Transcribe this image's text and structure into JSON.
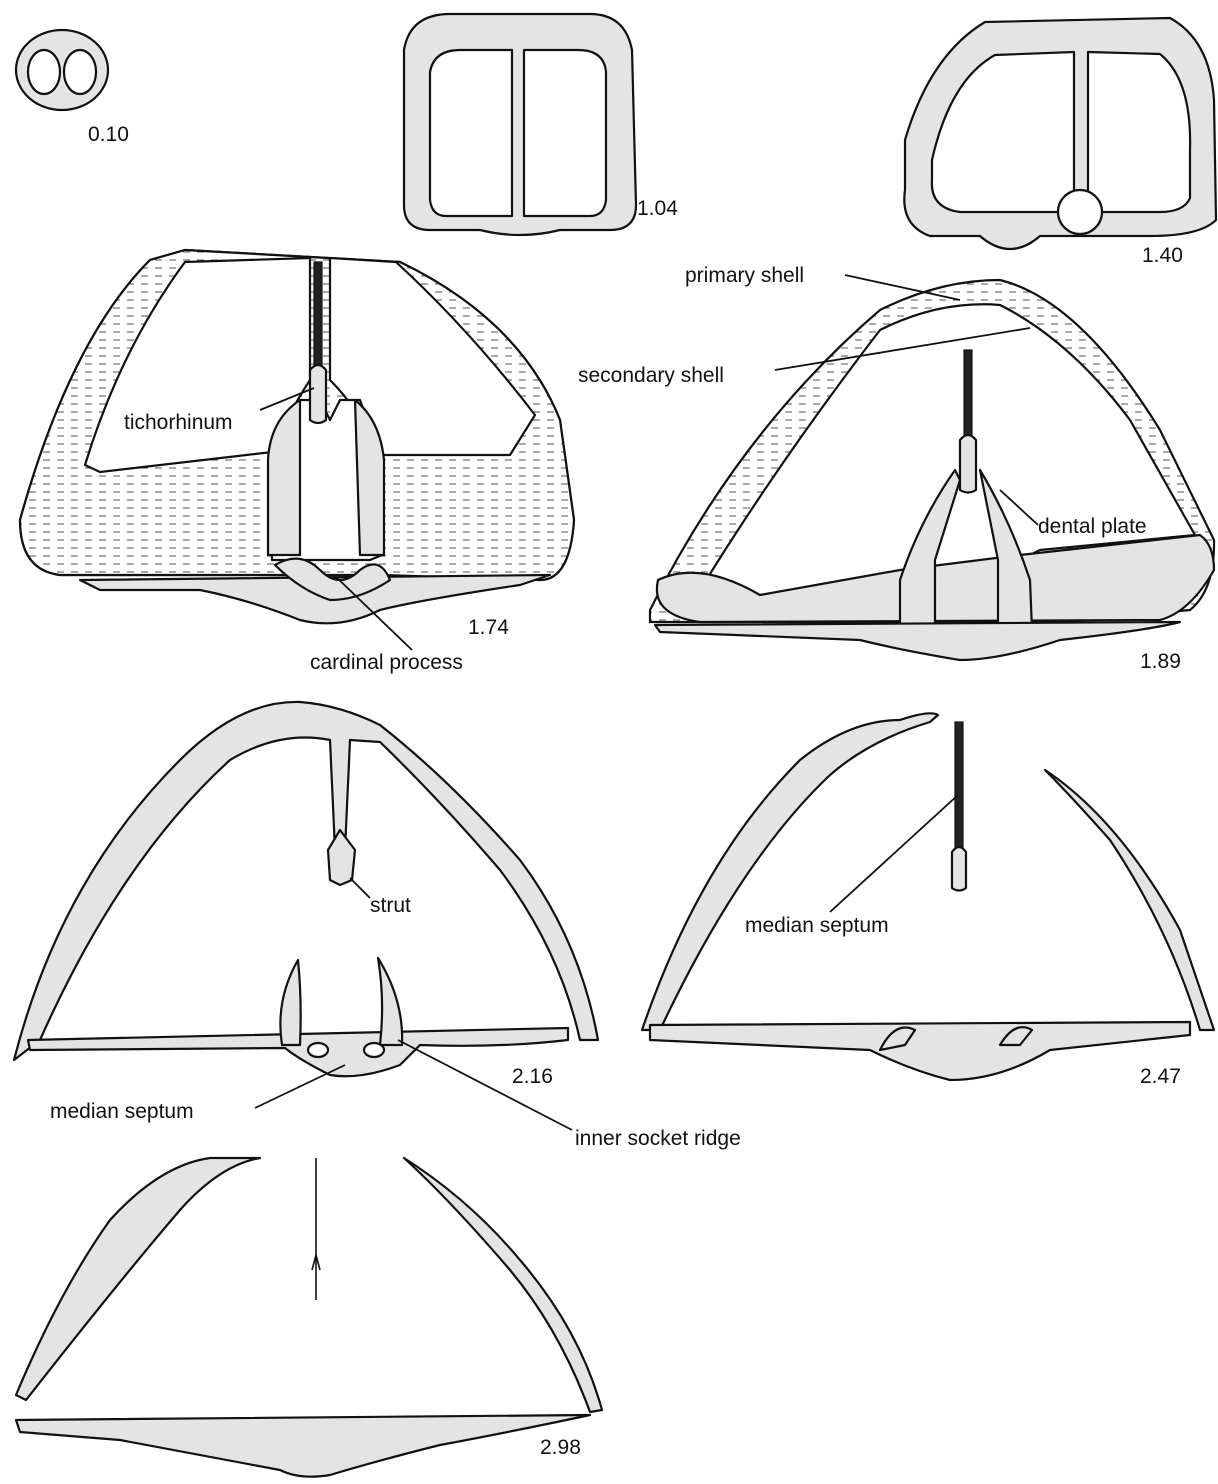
{
  "diagram": {
    "sections": [
      {
        "id": "s010",
        "label": "0.10"
      },
      {
        "id": "s104",
        "label": "1.04"
      },
      {
        "id": "s140",
        "label": "1.40"
      },
      {
        "id": "s174",
        "label": "1.74"
      },
      {
        "id": "s189",
        "label": "1.89"
      },
      {
        "id": "s216",
        "label": "2.16"
      },
      {
        "id": "s247",
        "label": "2.47"
      },
      {
        "id": "s298",
        "label": "2.98"
      }
    ],
    "annotations": {
      "primary_shell": "primary shell",
      "secondary_shell": "secondary shell",
      "tichorhinum": "tichorhinum",
      "cardinal_process": "cardinal process",
      "dental_plate": "dental plate",
      "strut": "strut",
      "median_septum_247": "median septum",
      "median_septum_216": "median septum",
      "inner_socket_ridge": "inner socket ridge"
    }
  }
}
